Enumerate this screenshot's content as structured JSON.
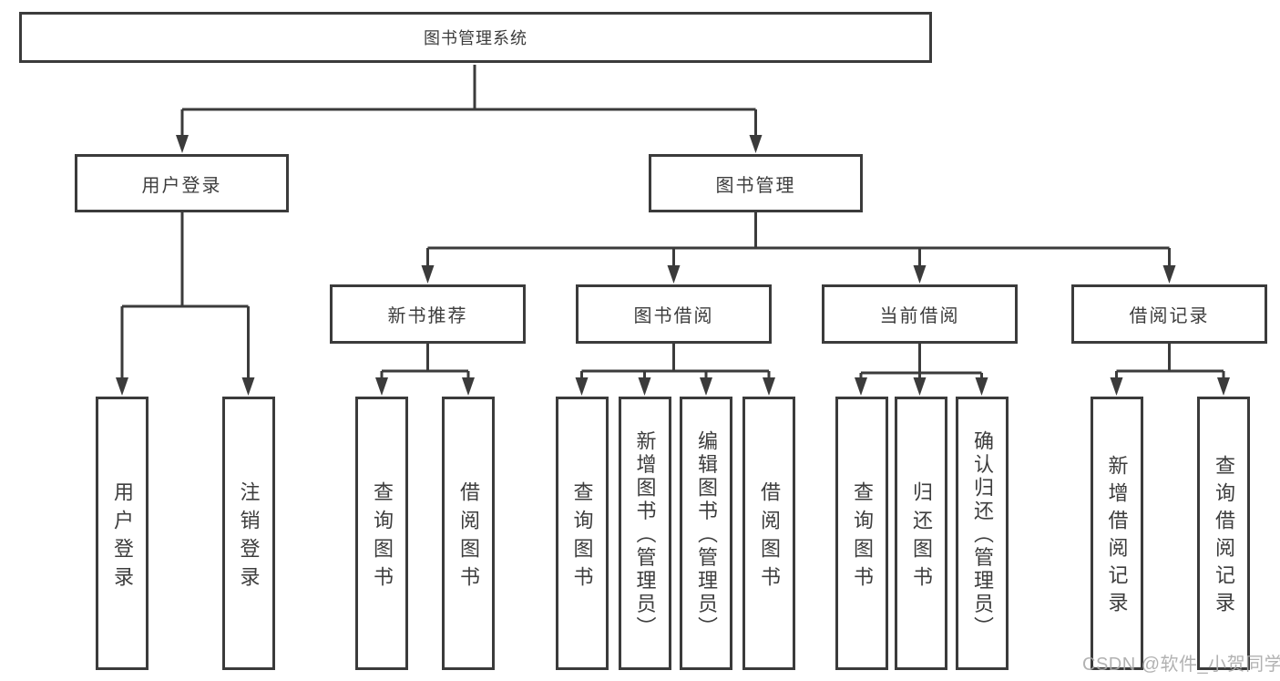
{
  "diagram": {
    "watermark": "CSDN @软件_小贺同学",
    "nodes": {
      "root": "图书管理系统",
      "login": "用户登录",
      "mgmt": "图书管理",
      "rec": "新书推荐",
      "borrow": "图书借阅",
      "current": "当前借阅",
      "records": "借阅记录",
      "login_leaf": "用户登录",
      "logout_leaf": "注销登录",
      "rec_query": "查询图书",
      "rec_borrow": "借阅图书",
      "borrow_query": "查询图书",
      "borrow_add": "新增图书（管理员）",
      "borrow_edit": "编辑图书（管理员）",
      "borrow_take": "借阅图书",
      "current_query": "查询图书",
      "current_return": "归还图书",
      "current_confirm": "确认归还（管理员）",
      "records_add": "新增借阅记录",
      "records_query": "查询借阅记录"
    },
    "structure": {
      "图书管理系统": {
        "用户登录": [
          "用户登录",
          "注销登录"
        ],
        "图书管理": {
          "新书推荐": [
            "查询图书",
            "借阅图书"
          ],
          "图书借阅": [
            "查询图书",
            "新增图书（管理员）",
            "编辑图书（管理员）",
            "借阅图书"
          ],
          "当前借阅": [
            "查询图书",
            "归还图书",
            "确认归还（管理员）"
          ],
          "借阅记录": [
            "新增借阅记录",
            "查询借阅记录"
          ]
        }
      }
    },
    "colors": {
      "line": "#3b3b3b",
      "text": "#3d3d3d",
      "background": "#ffffff",
      "watermark": "#aaaaaa"
    }
  }
}
